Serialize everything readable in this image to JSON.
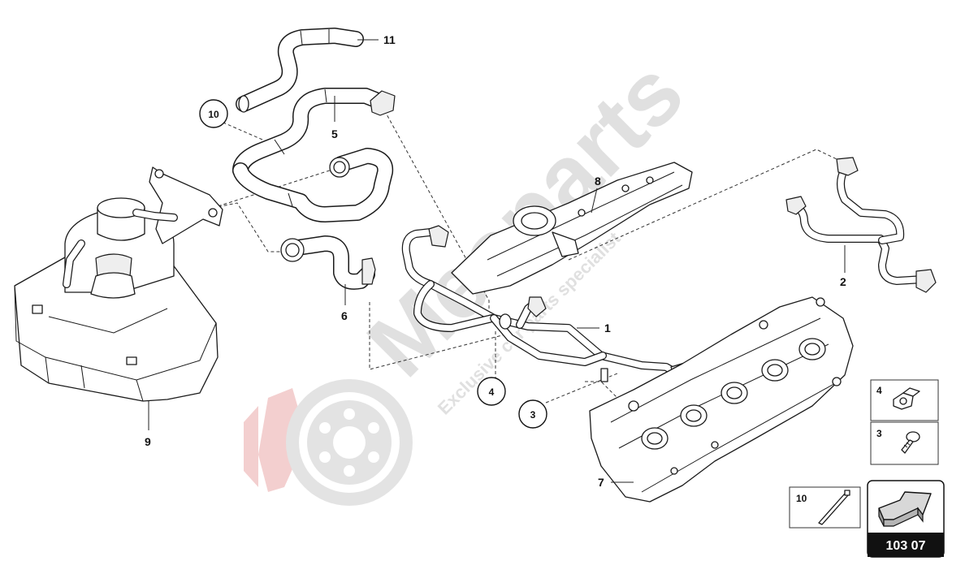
{
  "diagram": {
    "labels": {
      "p1": "1",
      "p2": "2",
      "p3": "3",
      "p4": "4",
      "p5": "5",
      "p6": "6",
      "p7": "7",
      "p8": "8",
      "p9": "9",
      "p10": "10",
      "p11": "11"
    },
    "legend": {
      "item_4": "4",
      "item_3": "3",
      "item_10": "10"
    },
    "reference_code": "103 07"
  },
  "watermark": {
    "brand": "Mesparts",
    "tagline": "Exclusive car parts specialist"
  },
  "colors": {
    "line": "#1a1a1a",
    "watermark_gray": "#c8c8c8",
    "watermark_red": "#e8a0a0",
    "reference_bg": "#111111"
  }
}
